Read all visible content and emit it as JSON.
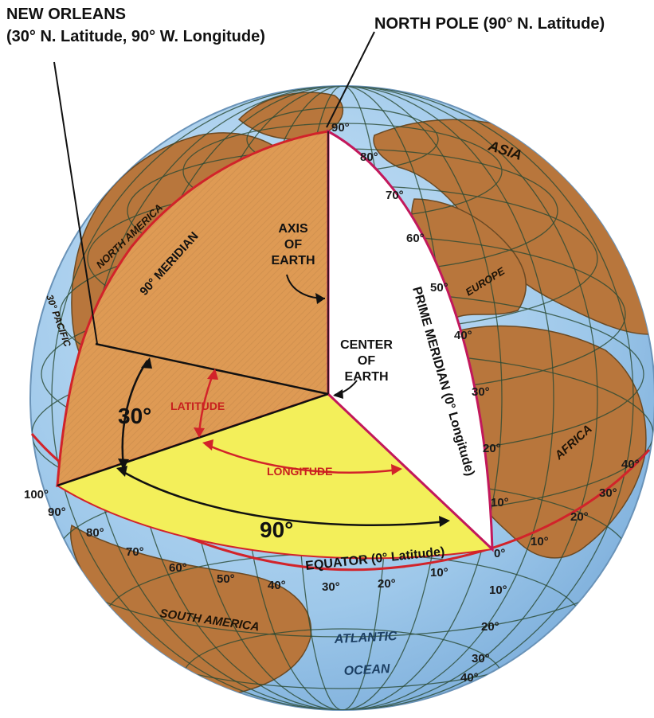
{
  "labels": {
    "new_orleans": "NEW ORLEANS",
    "new_orleans_coords": "(30° N. Latitude, 90° W. Longitude)",
    "north_pole": "NORTH POLE (90° N. Latitude)",
    "axis_line1": "AXIS",
    "axis_line2": "OF",
    "axis_line3": "EARTH",
    "center_line1": "CENTER",
    "center_line2": "OF",
    "center_line3": "EARTH",
    "meridian_90": "90° MERIDIAN",
    "prime_meridian": "PRIME MERIDIAN (0° Longitude)",
    "latitude": "LATITUDE",
    "longitude": "LONGITUDE",
    "angle_30": "30°",
    "angle_90": "90°",
    "equator": "EQUATOR (0° Latitude)",
    "north_america": "NORTH AMERICA",
    "south_america": "SOUTH AMERICA",
    "asia": "ASIA",
    "europe": "EUROPE",
    "africa": "AFRICA",
    "atlantic": "ATLANTIC",
    "ocean": "OCEAN",
    "pacific": "30° PACIFIC"
  },
  "meridian_degrees": [
    {
      "text": "90°"
    },
    {
      "text": "80°"
    },
    {
      "text": "70°"
    },
    {
      "text": "60°"
    },
    {
      "text": "50°"
    },
    {
      "text": "40°"
    },
    {
      "text": "30°"
    },
    {
      "text": "20°"
    },
    {
      "text": "10°"
    },
    {
      "text": "0°"
    }
  ],
  "equator_degrees": [
    {
      "text": "100°"
    },
    {
      "text": "90°"
    },
    {
      "text": "80°"
    },
    {
      "text": "70°"
    },
    {
      "text": "60°"
    },
    {
      "text": "50°"
    },
    {
      "text": "40°"
    },
    {
      "text": "30°"
    },
    {
      "text": "20°"
    },
    {
      "text": "10°"
    }
  ],
  "south_degrees": [
    {
      "text": "10°"
    },
    {
      "text": "20°"
    },
    {
      "text": "30°"
    },
    {
      "text": "40°"
    }
  ],
  "east_degrees": [
    {
      "text": "10°"
    },
    {
      "text": "20°"
    },
    {
      "text": "30°"
    },
    {
      "text": "40°"
    }
  ],
  "colors": {
    "ocean": "#a9d0ee",
    "land": "#b8763c",
    "orange_wedge": "#de9a54",
    "yellow_wedge": "#f3ef5a",
    "white_wedge": "#ffffff",
    "red_line": "#d2232a",
    "grid": "#1f3b2a"
  }
}
